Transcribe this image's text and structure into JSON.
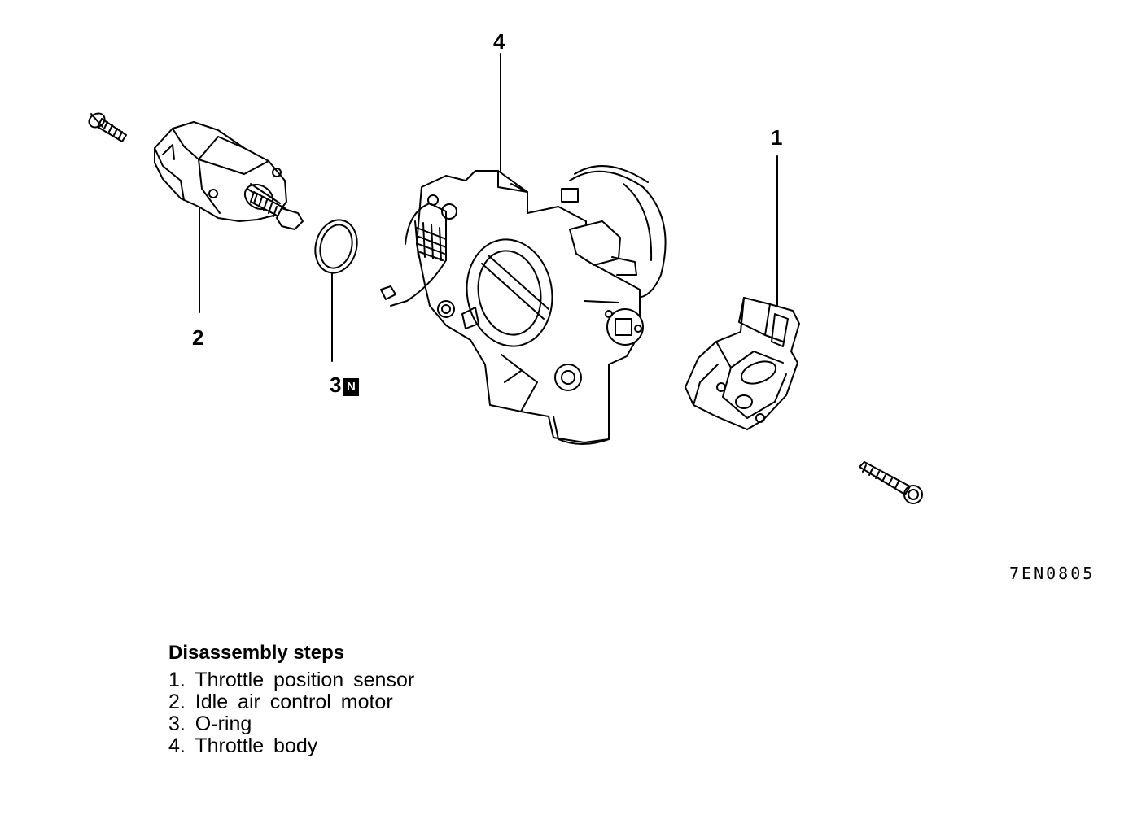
{
  "callouts": {
    "c1": "1",
    "c2": "2",
    "c3": "3",
    "c3_badge": "N",
    "c4": "4"
  },
  "reference_code": "7EN0805",
  "steps": {
    "title": "Disassembly steps",
    "items": [
      "1. Throttle position sensor",
      "2. Idle air control motor",
      "3. O-ring",
      "4. Throttle body"
    ]
  },
  "icons": [
    "bolt-icon",
    "idle-air-control-motor-icon",
    "o-ring-icon",
    "throttle-body-icon",
    "throttle-position-sensor-icon"
  ]
}
